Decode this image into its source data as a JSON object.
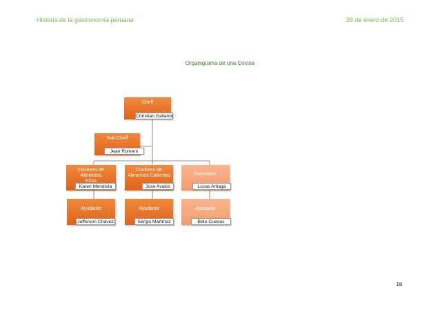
{
  "header": {
    "left": "Historia de la gastronomía peruana",
    "right": "28 de enero de 2015"
  },
  "chart_title": "Organigrama de una Cocina",
  "page_number": "18",
  "chart": {
    "cheff": {
      "role": "Cheff",
      "name": "Christian Gallardo"
    },
    "sub_cheff": {
      "role": "Sub Cheff",
      "name": "Jean Romero"
    },
    "cocinero_frios": {
      "role": "Cocinero de Alimentos Fríos",
      "name": "Karen Mendiola"
    },
    "cocinero_calientes": {
      "role": "Cocinero de Alimentos Calientes",
      "name": "Jose Avalos"
    },
    "repostero": {
      "role": "Repostero",
      "name": "Lucas Artiaga"
    },
    "ayudante_1": {
      "role": "Ayudante",
      "name": "Jefferson Chávez"
    },
    "ayudante_2": {
      "role": "Ayudante",
      "name": "Sergio Martínez"
    },
    "ayudante_3": {
      "role": "Ayudante",
      "name": "Beto Cuevas"
    }
  },
  "colors": {
    "box_dark": "#e8742a",
    "box_light": "#f7a77a",
    "header_text": "#7db94e",
    "title_text": "#3f7f24"
  }
}
